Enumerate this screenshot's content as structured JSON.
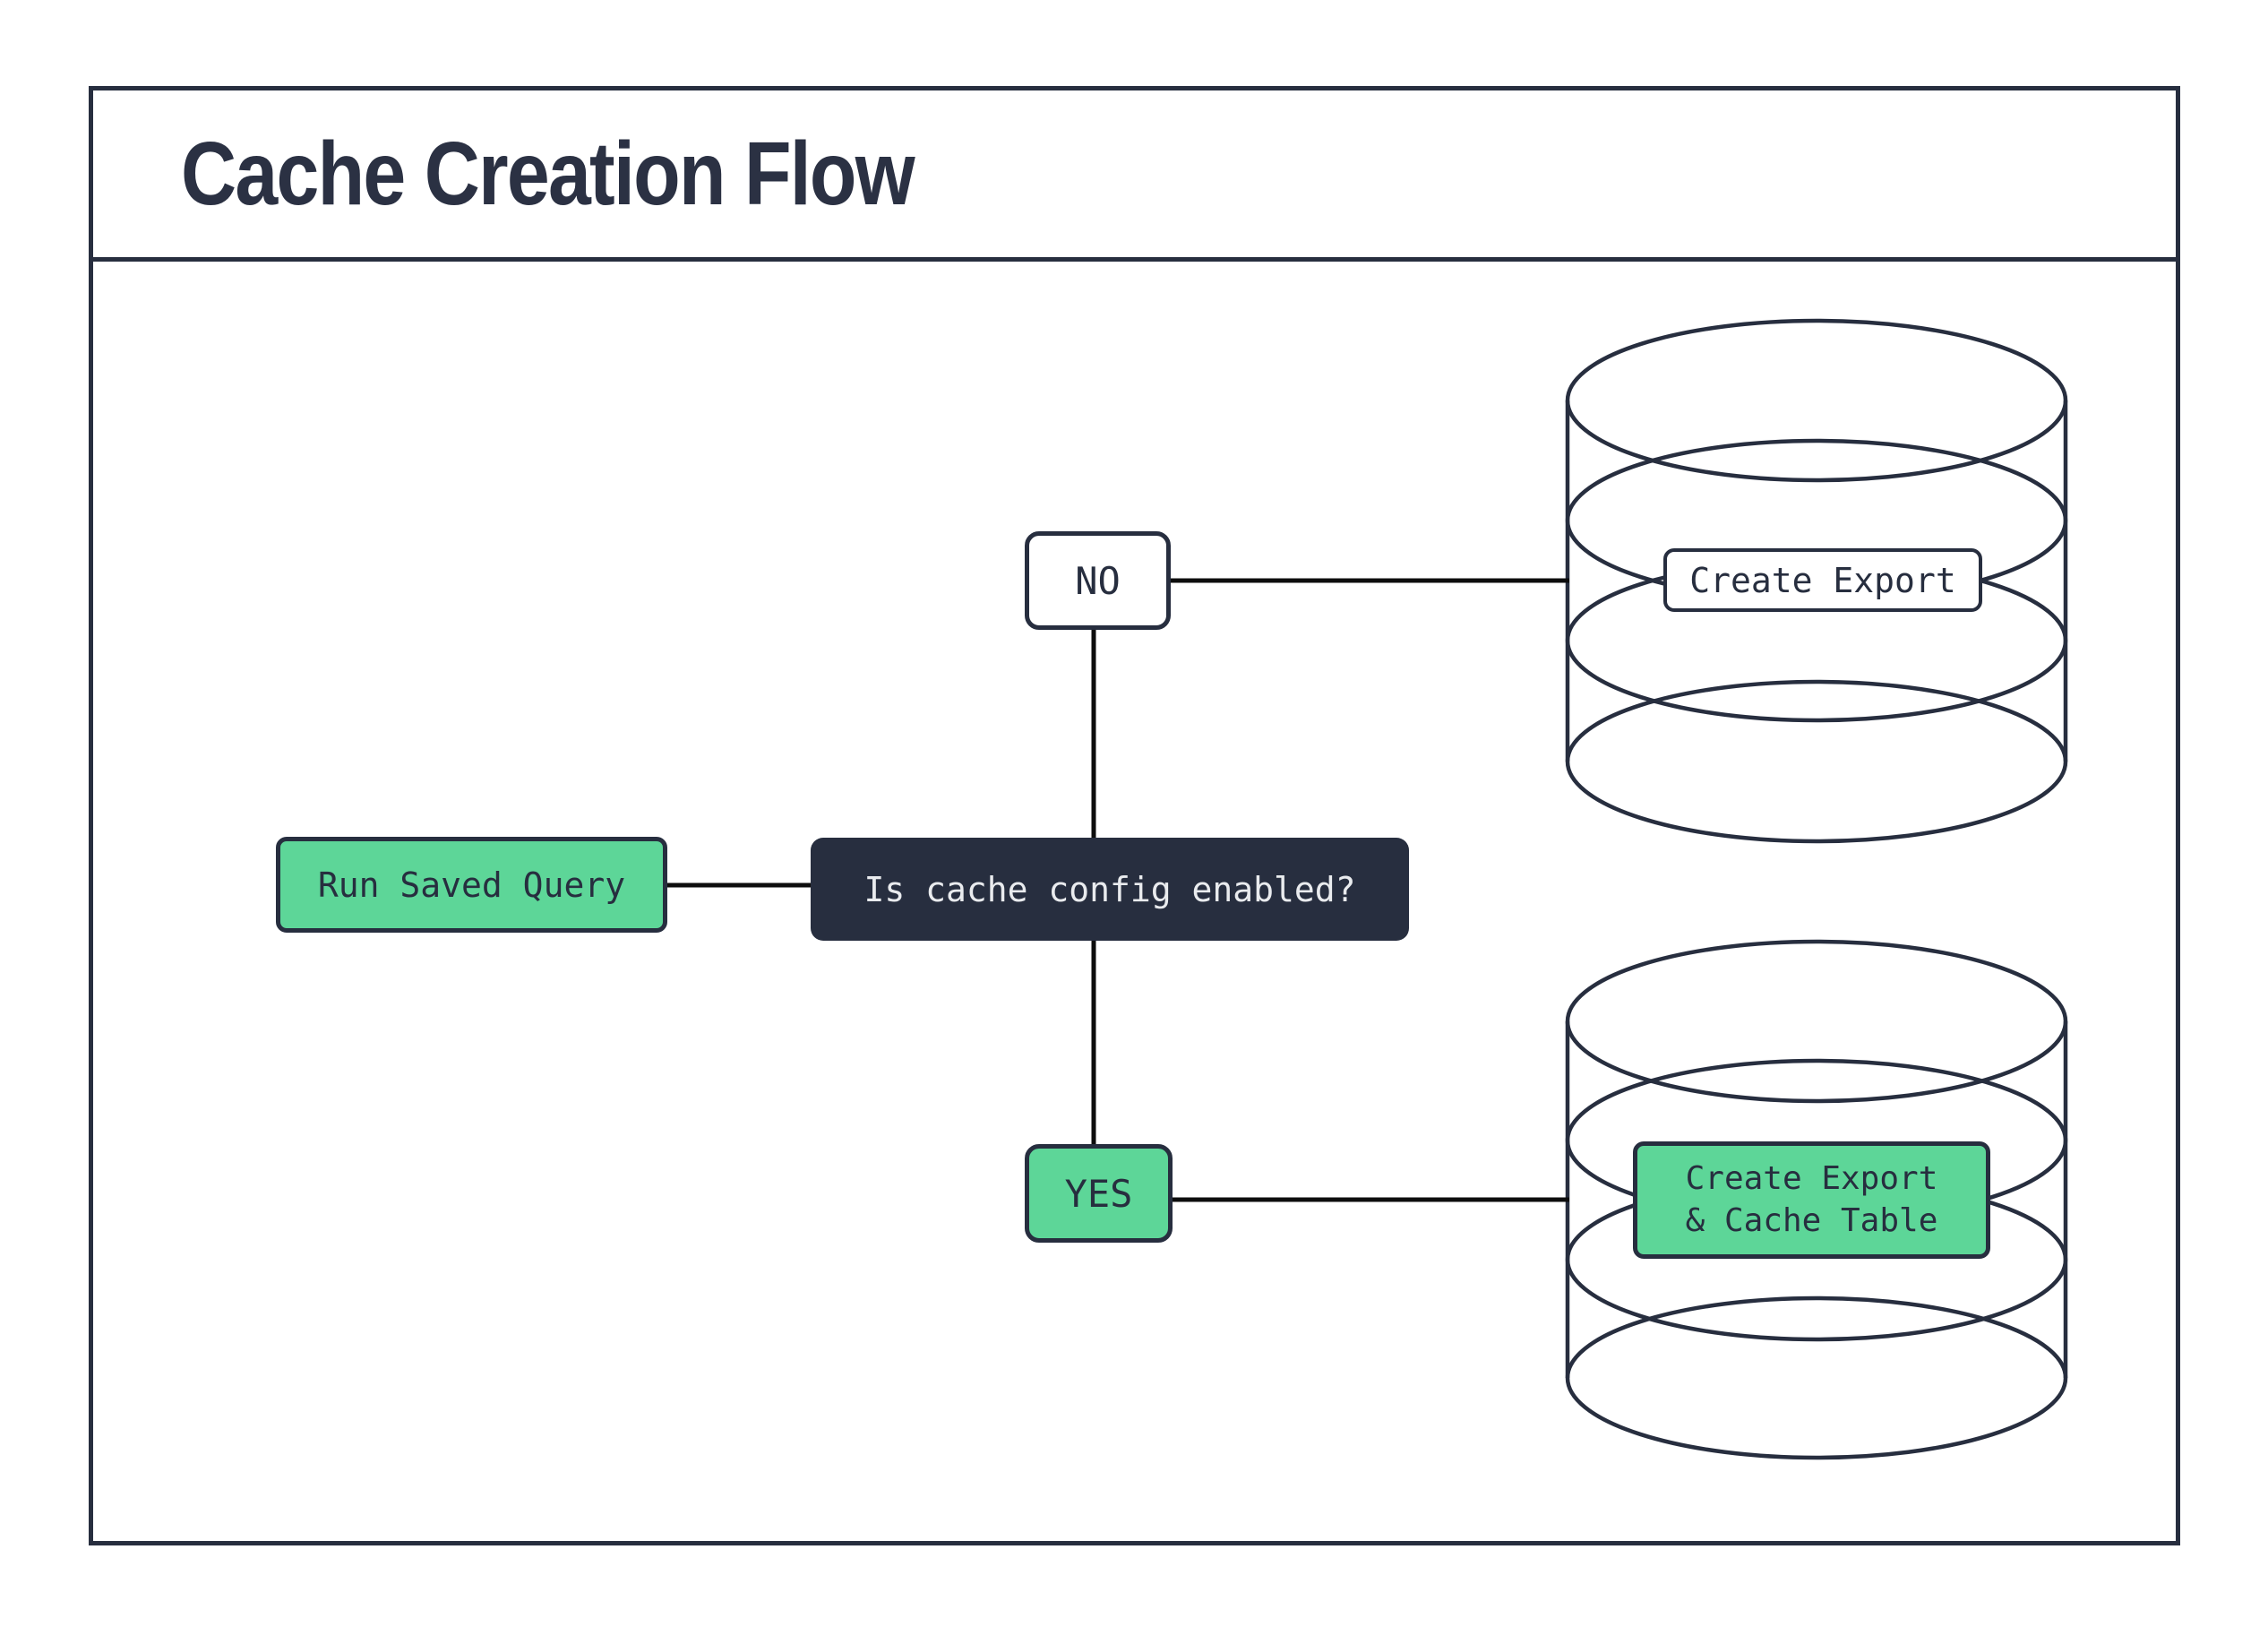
{
  "title": "Cache Creation Flow",
  "colors": {
    "navy": "#272e3f",
    "green": "#5dd698",
    "white": "#ffffff",
    "connector_black": "#0d0d0d",
    "decision_text": "#e9ebee"
  },
  "flow": {
    "start": {
      "label": "Run Saved Query"
    },
    "decision": {
      "label": "Is cache config enabled?"
    },
    "branch_no": {
      "label": "NO"
    },
    "branch_yes": {
      "label": "YES"
    },
    "outcome_no": {
      "label": "Create Export",
      "icon": "database-icon"
    },
    "outcome_yes": {
      "label": "Create Export\n& Cache Table",
      "icon": "database-icon"
    }
  }
}
